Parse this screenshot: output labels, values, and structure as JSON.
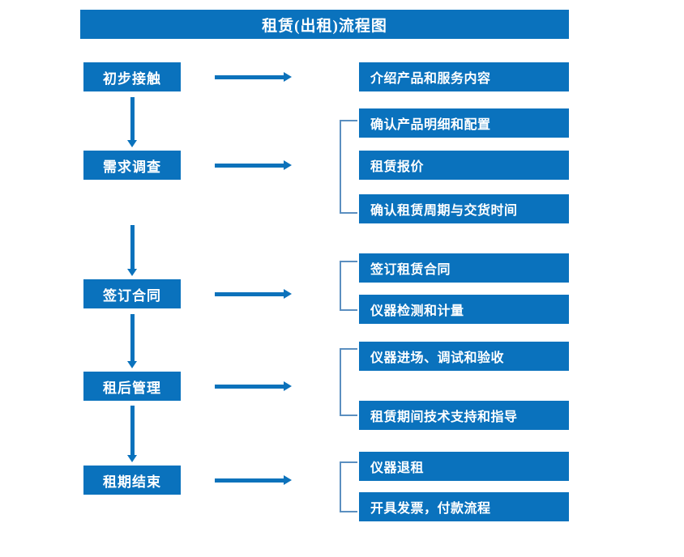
{
  "title": "租赁(出租)流程图",
  "theme": {
    "box_fill": "#0a72bd",
    "box_text": "#ffffff",
    "arrow": "#0c72bb",
    "bracket": "#5b8fc0",
    "background": "#ffffff"
  },
  "stages": [
    {
      "label": "初步接触"
    },
    {
      "label": "需求调查"
    },
    {
      "label": "签订合同"
    },
    {
      "label": "租后管理"
    },
    {
      "label": "租期结束"
    }
  ],
  "details": {
    "group1": [
      {
        "label": "介绍产品和服务内容"
      }
    ],
    "group2": [
      {
        "label": "确认产品明细和配置"
      },
      {
        "label": "租赁报价"
      },
      {
        "label": "确认租赁周期与交货时间"
      }
    ],
    "group3": [
      {
        "label": "签订租赁合同"
      },
      {
        "label": "仪器检测和计量"
      }
    ],
    "group4": [
      {
        "label": "仪器进场、调试和验收"
      },
      {
        "label": "租赁期间技术支持和指导"
      }
    ],
    "group5": [
      {
        "label": "仪器退租"
      },
      {
        "label": "开具发票，付款流程"
      }
    ]
  }
}
